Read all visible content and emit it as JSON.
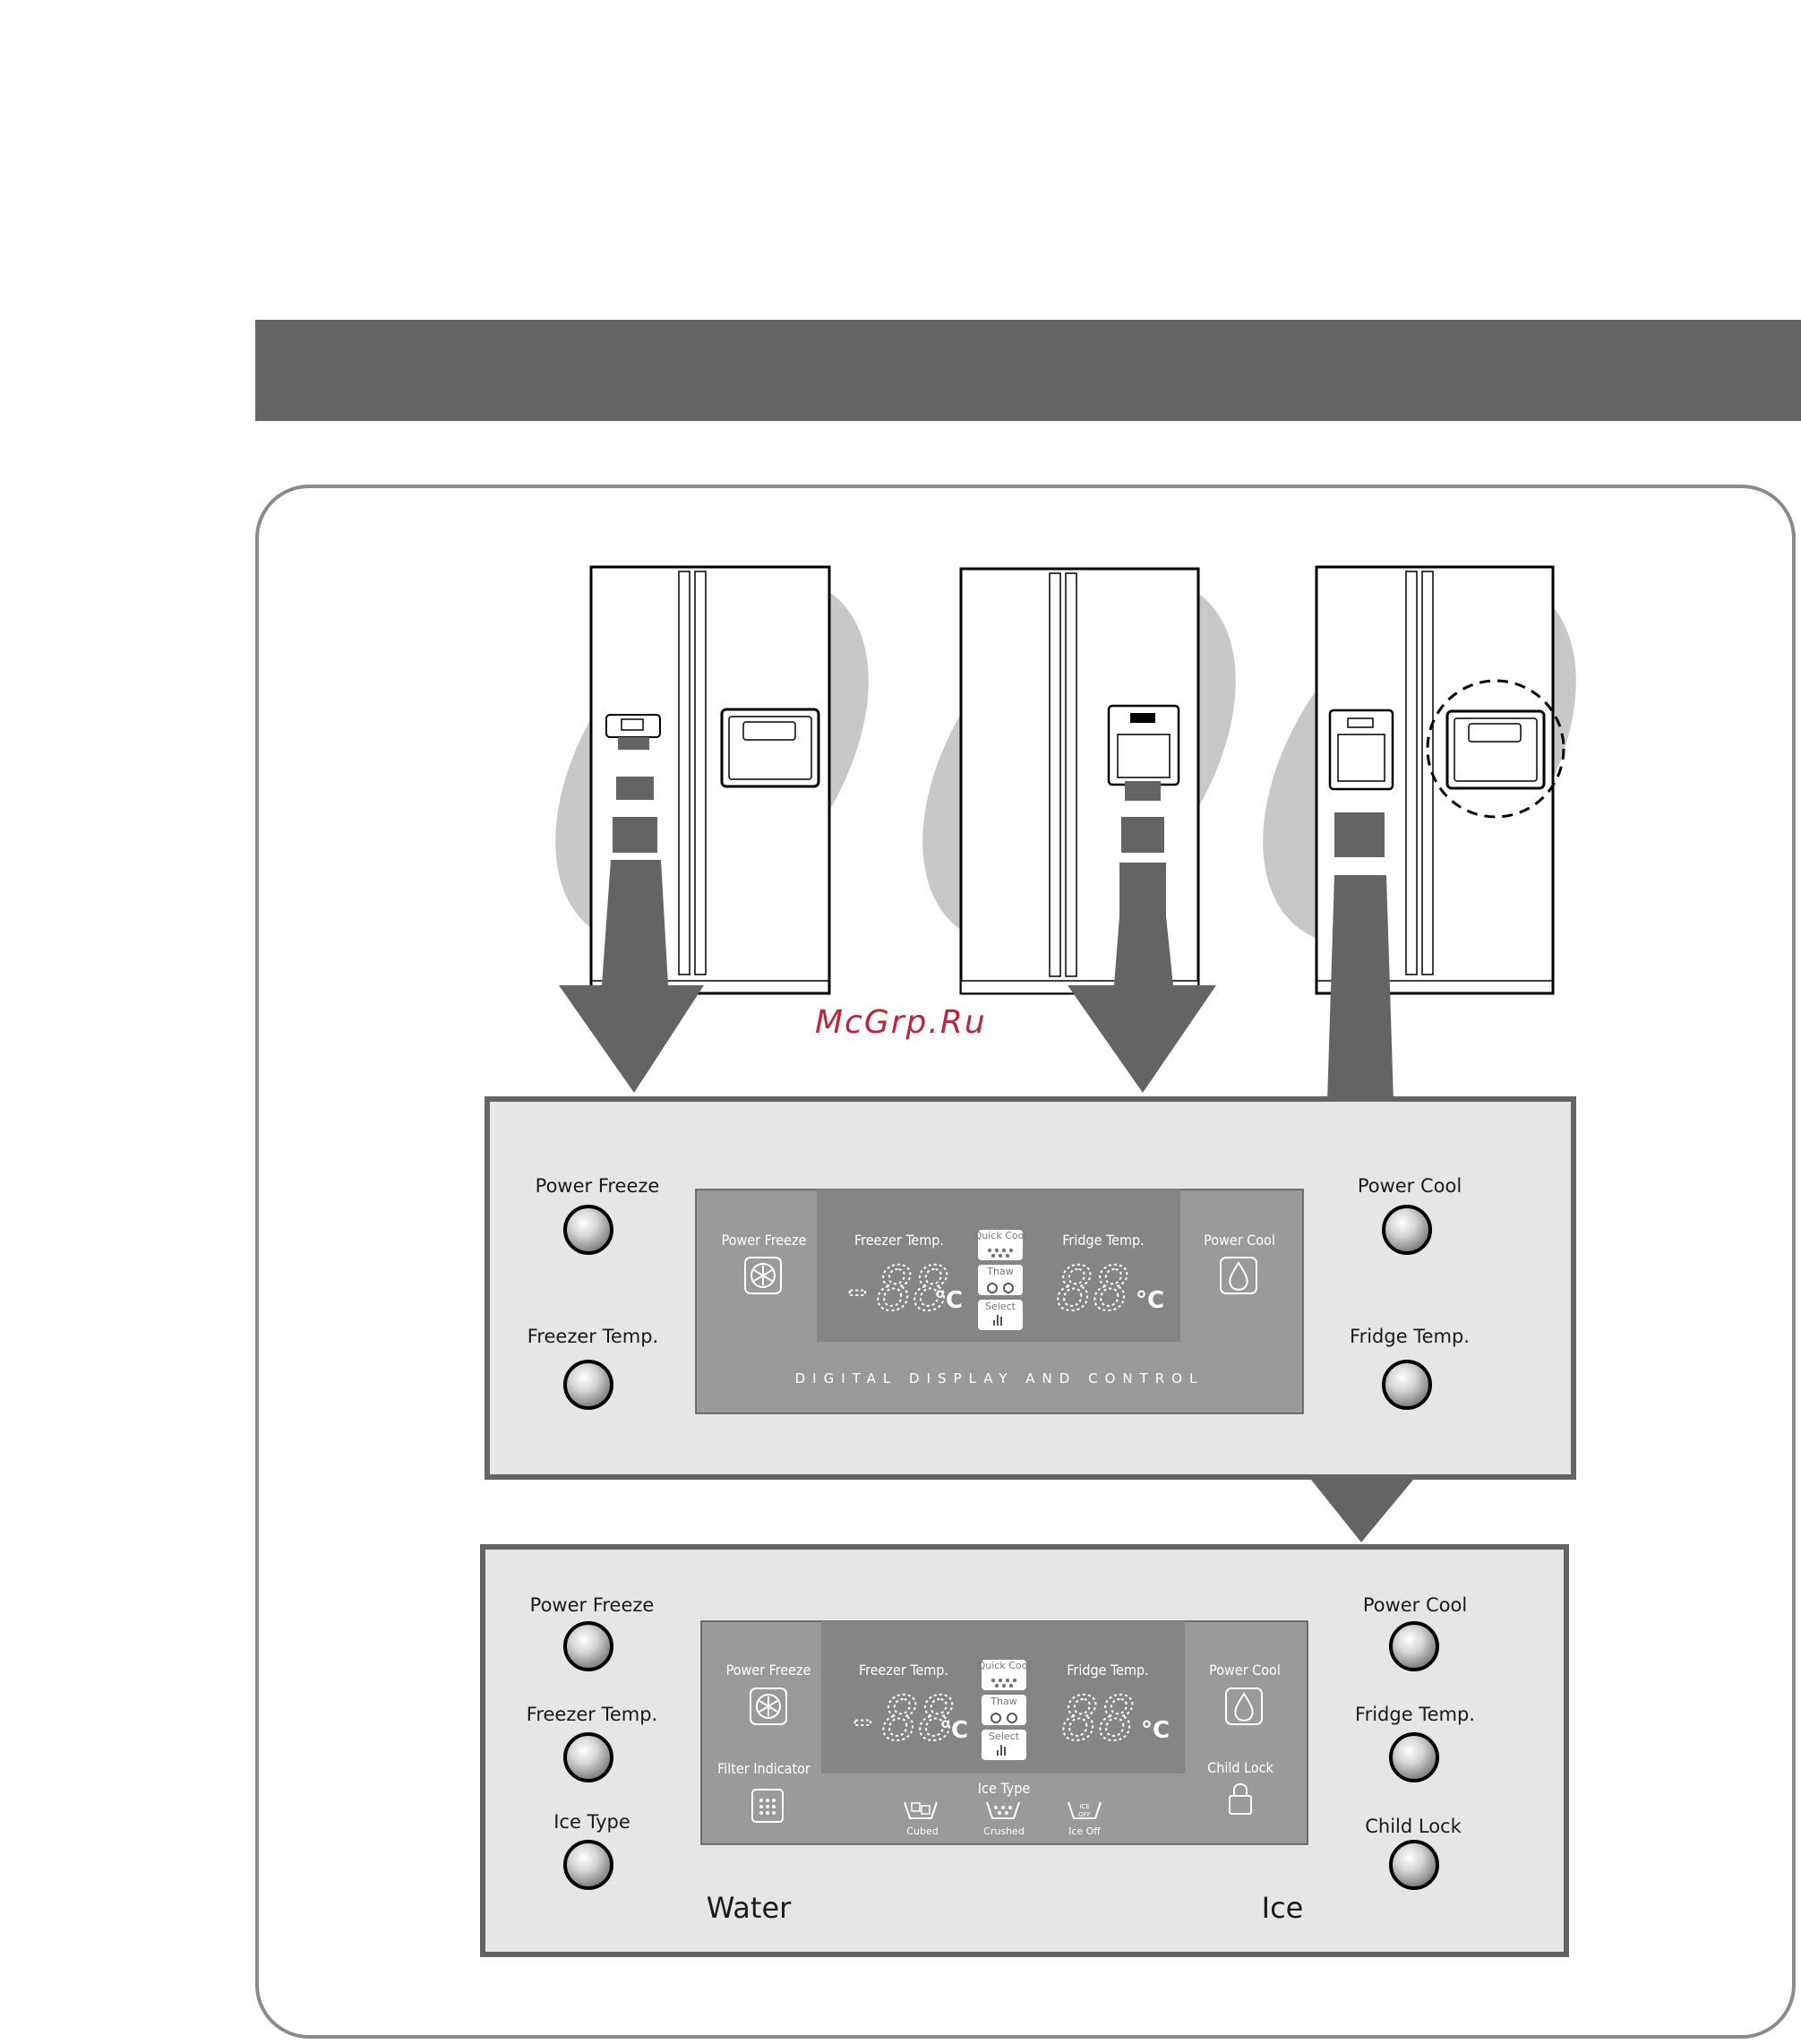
{
  "watermark": "McGrp.Ru",
  "panel_top": {
    "buttons": {
      "power_freeze": "Power Freeze",
      "freezer_temp": "Freezer Temp.",
      "power_cool": "Power Cool",
      "fridge_temp": "Fridge Temp."
    },
    "display": {
      "power_freeze": "Power Freeze",
      "freezer_temp": "Freezer Temp.",
      "fridge_temp": "Fridge Temp.",
      "power_cool": "Power Cool",
      "quick_cool": "Quick Cool",
      "thaw": "Thaw",
      "select": "Select",
      "freezer_value": "-88",
      "fridge_value": "88",
      "unit": "°C",
      "tagline": "DIGITAL DISPLAY AND CONTROL"
    }
  },
  "panel_bottom": {
    "buttons": {
      "power_freeze": "Power Freeze",
      "freezer_temp": "Freezer Temp.",
      "ice_type": "Ice Type",
      "power_cool": "Power Cool",
      "fridge_temp": "Fridge Temp.",
      "child_lock": "Child Lock"
    },
    "display": {
      "power_freeze": "Power Freeze",
      "freezer_temp": "Freezer Temp.",
      "fridge_temp": "Fridge Temp.",
      "power_cool": "Power Cool",
      "quick_cool": "Quick Cool",
      "thaw": "Thaw",
      "select": "Select",
      "filter_indicator": "Filter Indicator",
      "child_lock": "Child Lock",
      "ice_type": "Ice Type",
      "cubed": "Cubed",
      "crushed": "Crushed",
      "ice_off": "Ice Off",
      "ice_off_badge_1": "ICE",
      "ice_off_badge_2": "OFF",
      "freezer_value": "-88",
      "fridge_value": "88",
      "unit": "°C"
    },
    "footer": {
      "water": "Water",
      "ice": "Ice"
    }
  }
}
